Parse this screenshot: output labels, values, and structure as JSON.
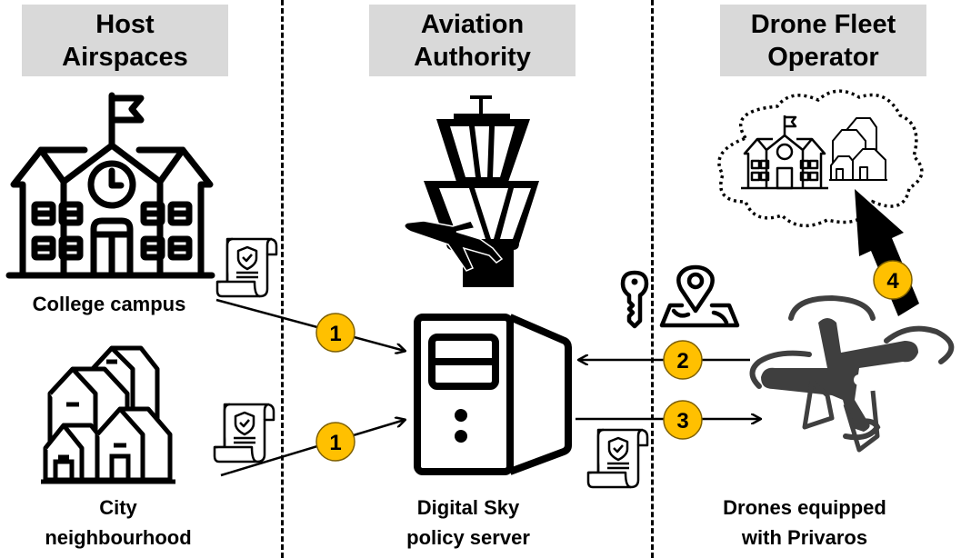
{
  "columns": [
    {
      "id": "host",
      "header_line1": "Host",
      "header_line2": "Airspaces"
    },
    {
      "id": "authority",
      "header_line1": "Aviation",
      "header_line2": "Authority"
    },
    {
      "id": "operator",
      "header_line1": "Drone Fleet",
      "header_line2": "Operator"
    }
  ],
  "labels": {
    "college": "College campus",
    "city_line1": "City",
    "city_line2": "neighbourhood",
    "server_line1": "Digital Sky",
    "server_line2": "policy server",
    "drones_line1": "Drones equipped",
    "drones_line2": "with Privaros"
  },
  "steps": [
    {
      "id": "college-to-server",
      "number": "1"
    },
    {
      "id": "city-to-server",
      "number": "1"
    },
    {
      "id": "drone-to-server",
      "number": "2"
    },
    {
      "id": "server-to-drone",
      "number": "3"
    },
    {
      "id": "drone-to-cloud",
      "number": "4"
    }
  ],
  "icons": {
    "college": "school-building-icon",
    "city": "houses-icon",
    "tower": "control-tower-icon",
    "server": "server-icon",
    "key": "key-icon",
    "map": "map-pin-icon",
    "policy": "policy-scroll-icon",
    "drone": "drone-icon",
    "cloud": "cloud-icon"
  },
  "colors": {
    "header_bg": "#d9d9d9",
    "badge_fill": "#ffc000",
    "badge_stroke": "#7f6000",
    "drone": "#3f3f3f",
    "ink": "#000000"
  }
}
